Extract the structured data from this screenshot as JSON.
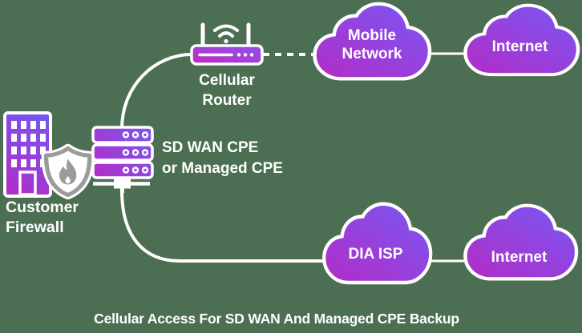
{
  "background_color": "#4c6f53",
  "palette": {
    "gradient_start": "#b32cc6",
    "gradient_end": "#7a56f2",
    "line_color": "#ffffff",
    "shield_gray": "#9b9b9b",
    "text_color": "#ffffff"
  },
  "caption": "Cellular Access For SD WAN And Managed CPE Backup",
  "nodes": {
    "customer_firewall": {
      "label": "Customer\nFirewall",
      "icon": "building-with-shield-flame-icon"
    },
    "sdwan_cpe": {
      "label": "SD WAN CPE\nor Managed CPE",
      "icon": "server-stack-icon"
    },
    "cellular_router": {
      "label": "Cellular\nRouter",
      "icon": "wifi-router-icon"
    },
    "mobile_network": {
      "label": "Mobile\nNetwork",
      "icon": "cloud-icon"
    },
    "internet_top": {
      "label": "Internet",
      "icon": "cloud-icon"
    },
    "dia_isp": {
      "label": "DIA ISP",
      "icon": "cloud-icon"
    },
    "internet_bottom": {
      "label": "Internet",
      "icon": "cloud-icon"
    }
  },
  "connections": [
    {
      "from": "sdwan_cpe",
      "to": "cellular_router",
      "style": "solid-curve"
    },
    {
      "from": "cellular_router",
      "to": "mobile_network",
      "style": "dashed"
    },
    {
      "from": "mobile_network",
      "to": "internet_top",
      "style": "solid"
    },
    {
      "from": "sdwan_cpe",
      "to": "dia_isp",
      "style": "solid-curve"
    },
    {
      "from": "dia_isp",
      "to": "internet_bottom",
      "style": "solid"
    }
  ]
}
